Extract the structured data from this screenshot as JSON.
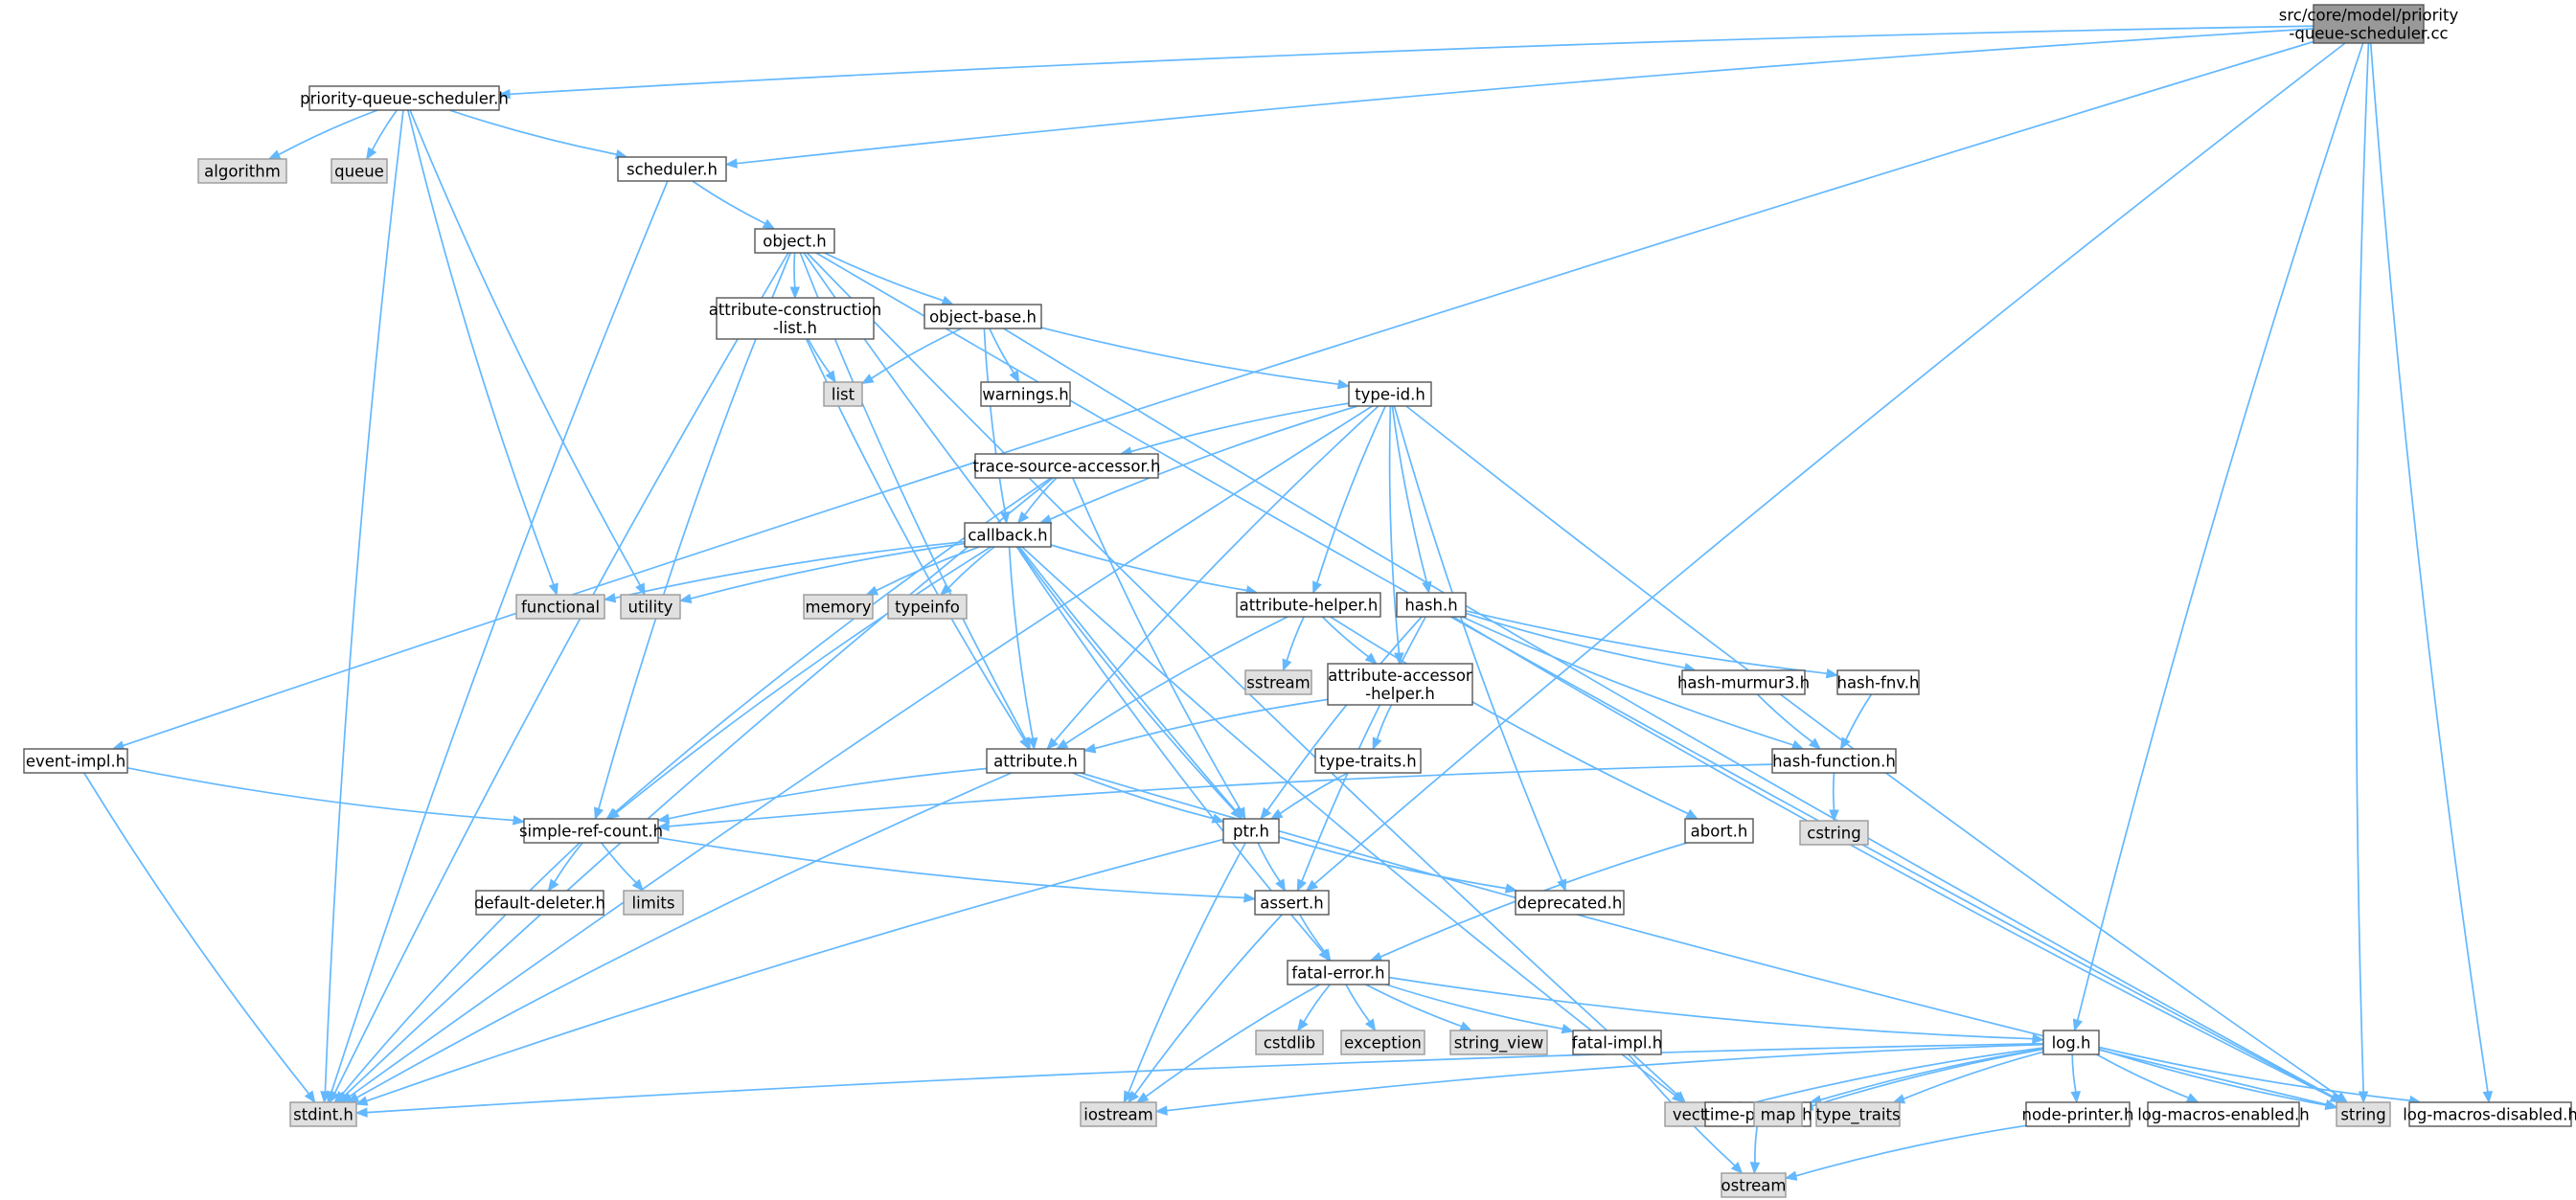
{
  "graph": {
    "colors": {
      "edge": "#63b8ff",
      "file_fill": "#ffffff",
      "system_fill": "#e0e0e0",
      "root_fill": "#999999",
      "border": "#555555"
    },
    "nodes": [
      {
        "id": "root",
        "label": "src/core/model/priority\n-queue-scheduler.cc",
        "kind": "root"
      },
      {
        "id": "pqs",
        "label": "priority-queue-scheduler.h",
        "kind": "file"
      },
      {
        "id": "algorithm",
        "label": "algorithm",
        "kind": "system"
      },
      {
        "id": "queue",
        "label": "queue",
        "kind": "system"
      },
      {
        "id": "scheduler",
        "label": "scheduler.h",
        "kind": "file"
      },
      {
        "id": "object",
        "label": "object.h",
        "kind": "file"
      },
      {
        "id": "acl",
        "label": "attribute-construction\n-list.h",
        "kind": "file"
      },
      {
        "id": "objectbase",
        "label": "object-base.h",
        "kind": "file"
      },
      {
        "id": "list",
        "label": "list",
        "kind": "system"
      },
      {
        "id": "warnings",
        "label": "warnings.h",
        "kind": "file"
      },
      {
        "id": "typeid",
        "label": "type-id.h",
        "kind": "file"
      },
      {
        "id": "tsa",
        "label": "trace-source-accessor.h",
        "kind": "file"
      },
      {
        "id": "callback",
        "label": "callback.h",
        "kind": "file"
      },
      {
        "id": "functional",
        "label": "functional",
        "kind": "system"
      },
      {
        "id": "utility",
        "label": "utility",
        "kind": "system"
      },
      {
        "id": "memory",
        "label": "memory",
        "kind": "system"
      },
      {
        "id": "typeinfo",
        "label": "typeinfo",
        "kind": "system"
      },
      {
        "id": "attrhelper",
        "label": "attribute-helper.h",
        "kind": "file"
      },
      {
        "id": "sstream",
        "label": "sstream",
        "kind": "system"
      },
      {
        "id": "aah",
        "label": "attribute-accessor\n-helper.h",
        "kind": "file"
      },
      {
        "id": "hash",
        "label": "hash.h",
        "kind": "file"
      },
      {
        "id": "murmur",
        "label": "hash-murmur3.h",
        "kind": "file"
      },
      {
        "id": "fnv",
        "label": "hash-fnv.h",
        "kind": "file"
      },
      {
        "id": "hashfunc",
        "label": "hash-function.h",
        "kind": "file"
      },
      {
        "id": "cstring",
        "label": "cstring",
        "kind": "system"
      },
      {
        "id": "eventimpl",
        "label": "event-impl.h",
        "kind": "file"
      },
      {
        "id": "attribute",
        "label": "attribute.h",
        "kind": "file"
      },
      {
        "id": "typetraitsh",
        "label": "type-traits.h",
        "kind": "file"
      },
      {
        "id": "src",
        "label": "simple-ref-count.h",
        "kind": "file"
      },
      {
        "id": "ptr",
        "label": "ptr.h",
        "kind": "file"
      },
      {
        "id": "abort",
        "label": "abort.h",
        "kind": "file"
      },
      {
        "id": "dd",
        "label": "default-deleter.h",
        "kind": "file"
      },
      {
        "id": "limits",
        "label": "limits",
        "kind": "system"
      },
      {
        "id": "assert",
        "label": "assert.h",
        "kind": "file"
      },
      {
        "id": "deprecated",
        "label": "deprecated.h",
        "kind": "file"
      },
      {
        "id": "fatal",
        "label": "fatal-error.h",
        "kind": "file"
      },
      {
        "id": "cstdlib",
        "label": "cstdlib",
        "kind": "system"
      },
      {
        "id": "exception",
        "label": "exception",
        "kind": "system"
      },
      {
        "id": "string_view",
        "label": "string_view",
        "kind": "system"
      },
      {
        "id": "fatalimpl",
        "label": "fatal-impl.h",
        "kind": "file"
      },
      {
        "id": "log",
        "label": "log.h",
        "kind": "file"
      },
      {
        "id": "stdint",
        "label": "stdint.h",
        "kind": "system"
      },
      {
        "id": "iostream",
        "label": "iostream",
        "kind": "system"
      },
      {
        "id": "vector",
        "label": "vector",
        "kind": "system"
      },
      {
        "id": "timeprinter",
        "label": "time-printer.h",
        "kind": "file"
      },
      {
        "id": "map",
        "label": "map",
        "kind": "system"
      },
      {
        "id": "type_traits",
        "label": "type_traits",
        "kind": "system"
      },
      {
        "id": "nodeprinter",
        "label": "node-printer.h",
        "kind": "file"
      },
      {
        "id": "lme",
        "label": "log-macros-enabled.h",
        "kind": "file"
      },
      {
        "id": "string",
        "label": "string",
        "kind": "system"
      },
      {
        "id": "lmd",
        "label": "log-macros-disabled.h",
        "kind": "file"
      },
      {
        "id": "ostream",
        "label": "ostream",
        "kind": "system"
      }
    ],
    "edges": [
      [
        "root",
        "pqs"
      ],
      [
        "root",
        "eventimpl"
      ],
      [
        "root",
        "scheduler"
      ],
      [
        "root",
        "assert"
      ],
      [
        "root",
        "log"
      ],
      [
        "root",
        "string"
      ],
      [
        "root",
        "lmd"
      ],
      [
        "pqs",
        "algorithm"
      ],
      [
        "pqs",
        "queue"
      ],
      [
        "pqs",
        "scheduler"
      ],
      [
        "pqs",
        "functional"
      ],
      [
        "pqs",
        "utility"
      ],
      [
        "pqs",
        "stdint"
      ],
      [
        "scheduler",
        "object"
      ],
      [
        "scheduler",
        "stdint"
      ],
      [
        "object",
        "acl"
      ],
      [
        "object",
        "objectbase"
      ],
      [
        "object",
        "attribute"
      ],
      [
        "object",
        "src"
      ],
      [
        "object",
        "ptr"
      ],
      [
        "object",
        "stdint"
      ],
      [
        "object",
        "vector"
      ],
      [
        "object",
        "string"
      ],
      [
        "acl",
        "list"
      ],
      [
        "acl",
        "attribute"
      ],
      [
        "objectbase",
        "list"
      ],
      [
        "objectbase",
        "warnings"
      ],
      [
        "objectbase",
        "typeid"
      ],
      [
        "objectbase",
        "callback"
      ],
      [
        "objectbase",
        "string"
      ],
      [
        "typeid",
        "tsa"
      ],
      [
        "typeid",
        "callback"
      ],
      [
        "typeid",
        "attrhelper"
      ],
      [
        "typeid",
        "aah"
      ],
      [
        "typeid",
        "hash"
      ],
      [
        "typeid",
        "attribute"
      ],
      [
        "typeid",
        "deprecated"
      ],
      [
        "typeid",
        "stdint"
      ],
      [
        "typeid",
        "string"
      ],
      [
        "tsa",
        "callback"
      ],
      [
        "tsa",
        "src"
      ],
      [
        "tsa",
        "ptr"
      ],
      [
        "tsa",
        "stdint"
      ],
      [
        "callback",
        "functional"
      ],
      [
        "callback",
        "utility"
      ],
      [
        "callback",
        "memory"
      ],
      [
        "callback",
        "typeinfo"
      ],
      [
        "callback",
        "attrhelper"
      ],
      [
        "callback",
        "attribute"
      ],
      [
        "callback",
        "src"
      ],
      [
        "callback",
        "ptr"
      ],
      [
        "callback",
        "fatal"
      ],
      [
        "callback",
        "vector"
      ],
      [
        "attrhelper",
        "sstream"
      ],
      [
        "attrhelper",
        "aah"
      ],
      [
        "attrhelper",
        "attribute"
      ],
      [
        "attrhelper",
        "abort"
      ],
      [
        "aah",
        "attribute"
      ],
      [
        "aah",
        "typetraitsh"
      ],
      [
        "hash",
        "murmur"
      ],
      [
        "hash",
        "fnv"
      ],
      [
        "hash",
        "hashfunc"
      ],
      [
        "hash",
        "ptr"
      ],
      [
        "hash",
        "assert"
      ],
      [
        "hash",
        "string"
      ],
      [
        "murmur",
        "hashfunc"
      ],
      [
        "fnv",
        "hashfunc"
      ],
      [
        "hashfunc",
        "cstring"
      ],
      [
        "hashfunc",
        "src"
      ],
      [
        "eventimpl",
        "src"
      ],
      [
        "eventimpl",
        "stdint"
      ],
      [
        "attribute",
        "src"
      ],
      [
        "attribute",
        "ptr"
      ],
      [
        "attribute",
        "stdint"
      ],
      [
        "attribute",
        "string"
      ],
      [
        "typetraitsh",
        "ptr"
      ],
      [
        "src",
        "dd"
      ],
      [
        "src",
        "limits"
      ],
      [
        "src",
        "assert"
      ],
      [
        "src",
        "stdint"
      ],
      [
        "ptr",
        "assert"
      ],
      [
        "ptr",
        "deprecated"
      ],
      [
        "ptr",
        "iostream"
      ],
      [
        "ptr",
        "stdint"
      ],
      [
        "abort",
        "fatal"
      ],
      [
        "assert",
        "fatal"
      ],
      [
        "assert",
        "iostream"
      ],
      [
        "fatal",
        "cstdlib"
      ],
      [
        "fatal",
        "exception"
      ],
      [
        "fatal",
        "string_view"
      ],
      [
        "fatal",
        "fatalimpl"
      ],
      [
        "fatal",
        "log"
      ],
      [
        "fatal",
        "iostream"
      ],
      [
        "fatalimpl",
        "ostream"
      ],
      [
        "log",
        "stdint"
      ],
      [
        "log",
        "iostream"
      ],
      [
        "log",
        "vector"
      ],
      [
        "log",
        "timeprinter"
      ],
      [
        "log",
        "map"
      ],
      [
        "log",
        "type_traits"
      ],
      [
        "log",
        "nodeprinter"
      ],
      [
        "log",
        "lme"
      ],
      [
        "log",
        "string"
      ],
      [
        "log",
        "lmd"
      ],
      [
        "timeprinter",
        "ostream"
      ],
      [
        "nodeprinter",
        "ostream"
      ]
    ]
  }
}
